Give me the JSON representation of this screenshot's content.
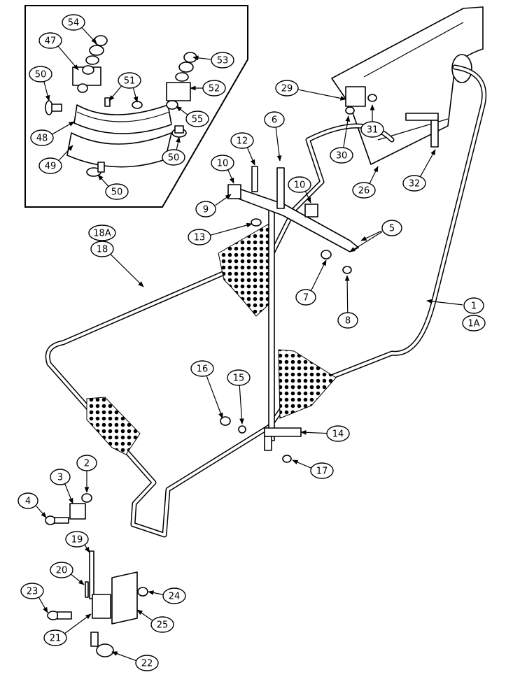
{
  "diagram": {
    "background": "#ffffff",
    "line_color": "#000000",
    "callouts": [
      {
        "id": "c54",
        "label": "54"
      },
      {
        "id": "c47",
        "label": "47"
      },
      {
        "id": "c53",
        "label": "53"
      },
      {
        "id": "c50a",
        "label": "50"
      },
      {
        "id": "c51",
        "label": "51"
      },
      {
        "id": "c52",
        "label": "52"
      },
      {
        "id": "c55",
        "label": "55"
      },
      {
        "id": "c48",
        "label": "48"
      },
      {
        "id": "c50b",
        "label": "50"
      },
      {
        "id": "c49",
        "label": "49"
      },
      {
        "id": "c50c",
        "label": "50"
      },
      {
        "id": "c29",
        "label": "29"
      },
      {
        "id": "c6",
        "label": "6"
      },
      {
        "id": "c12",
        "label": "12"
      },
      {
        "id": "c31",
        "label": "31"
      },
      {
        "id": "c10a",
        "label": "10"
      },
      {
        "id": "c30",
        "label": "30"
      },
      {
        "id": "c10b",
        "label": "10"
      },
      {
        "id": "c26",
        "label": "26"
      },
      {
        "id": "c32",
        "label": "32"
      },
      {
        "id": "c9",
        "label": "9"
      },
      {
        "id": "c13",
        "label": "13"
      },
      {
        "id": "c5",
        "label": "5"
      },
      {
        "id": "c18A",
        "label": "18A"
      },
      {
        "id": "c18",
        "label": "18"
      },
      {
        "id": "c7",
        "label": "7"
      },
      {
        "id": "c1",
        "label": "1"
      },
      {
        "id": "c1A",
        "label": "1A"
      },
      {
        "id": "c8",
        "label": "8"
      },
      {
        "id": "c16",
        "label": "16"
      },
      {
        "id": "c15",
        "label": "15"
      },
      {
        "id": "c14",
        "label": "14"
      },
      {
        "id": "c17",
        "label": "17"
      },
      {
        "id": "c2",
        "label": "2"
      },
      {
        "id": "c3",
        "label": "3"
      },
      {
        "id": "c4",
        "label": "4"
      },
      {
        "id": "c19",
        "label": "19"
      },
      {
        "id": "c20",
        "label": "20"
      },
      {
        "id": "c23",
        "label": "23"
      },
      {
        "id": "c24",
        "label": "24"
      },
      {
        "id": "c25",
        "label": "25"
      },
      {
        "id": "c21",
        "label": "21"
      },
      {
        "id": "c22",
        "label": "22"
      }
    ]
  }
}
